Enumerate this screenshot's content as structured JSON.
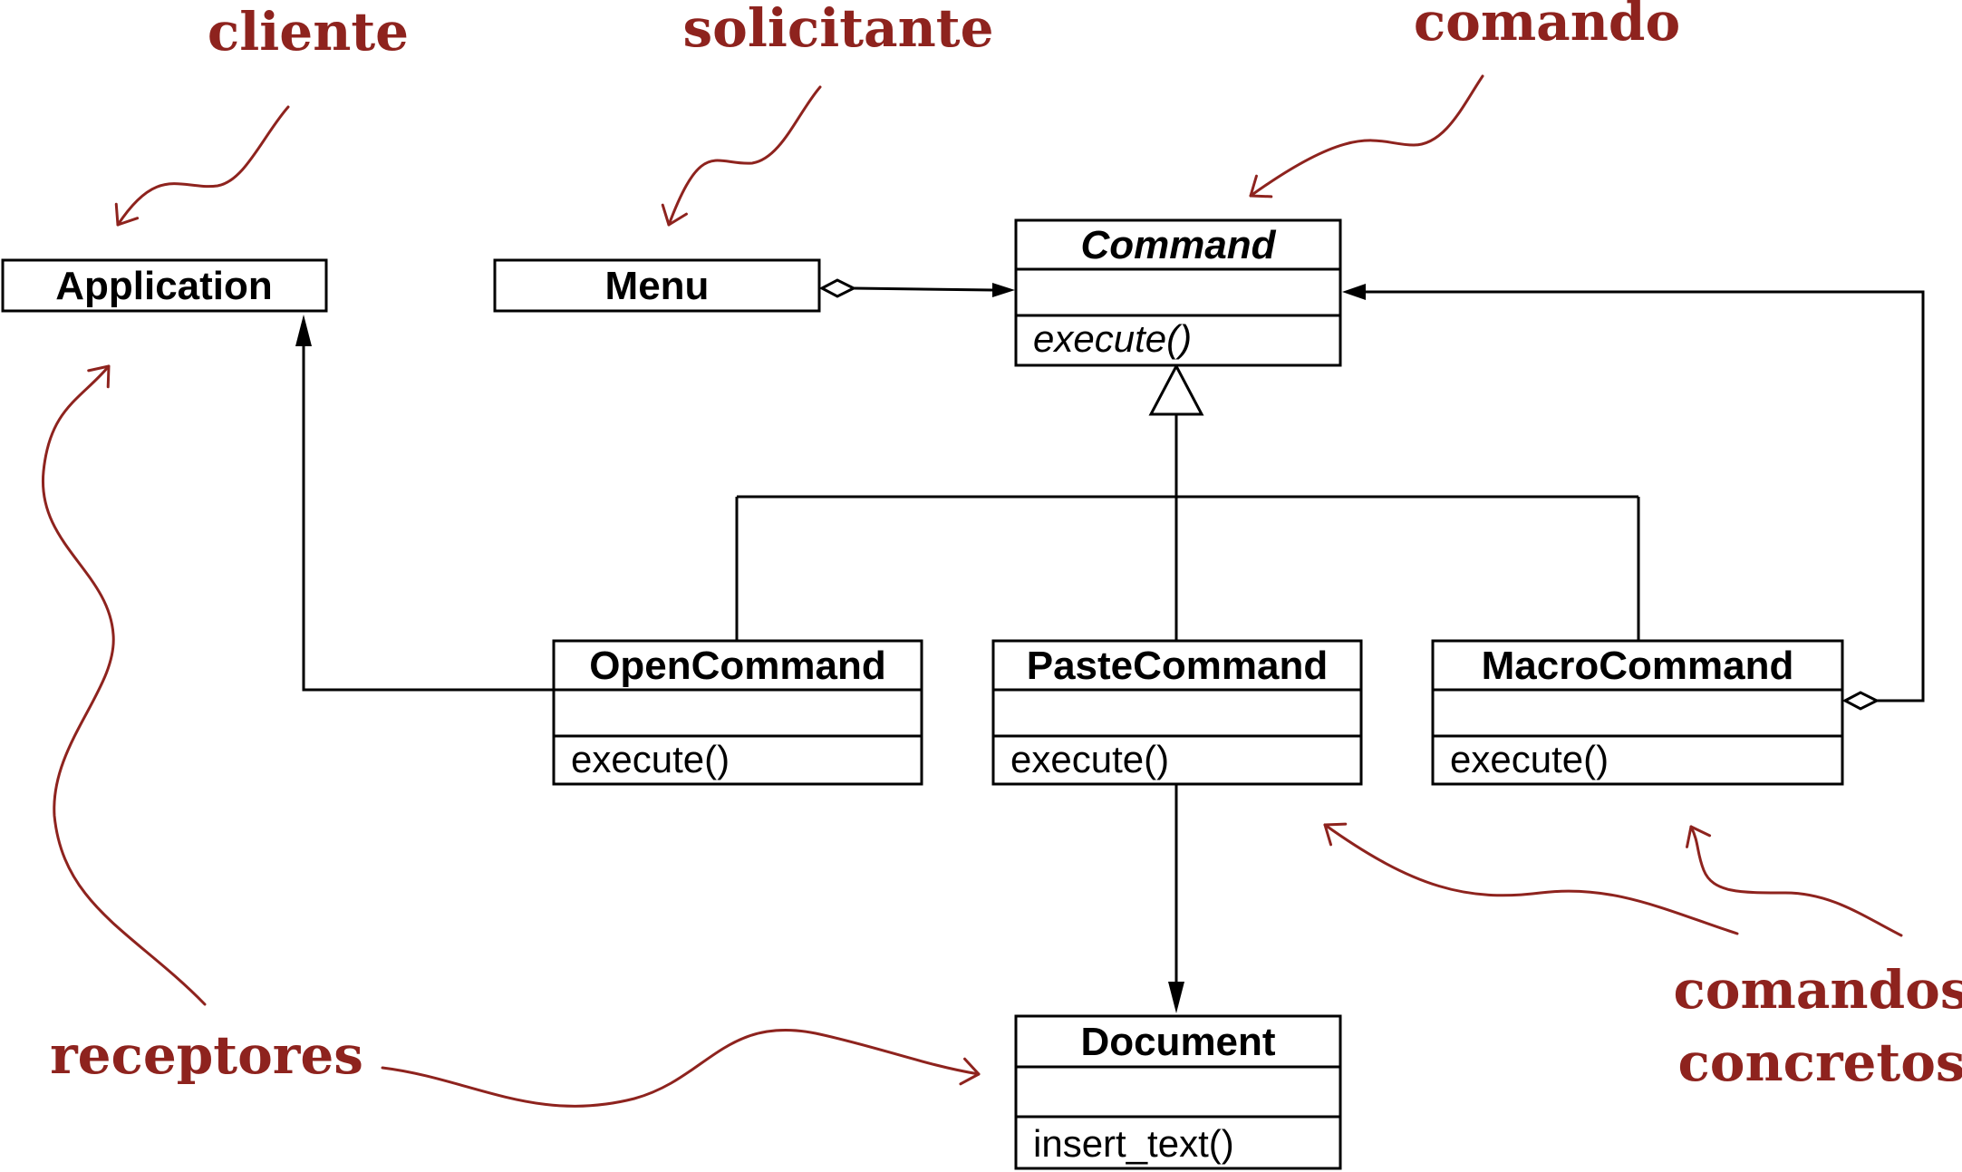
{
  "classes": {
    "application": {
      "name": "Application"
    },
    "menu": {
      "name": "Menu"
    },
    "command": {
      "name": "Command",
      "operation": "execute()"
    },
    "open_command": {
      "name": "OpenCommand",
      "operation": "execute()"
    },
    "paste_command": {
      "name": "PasteCommand",
      "operation": "execute()"
    },
    "macro_command": {
      "name": "MacroCommand",
      "operation": "execute()"
    },
    "document": {
      "name": "Document",
      "operation": "insert_text()"
    }
  },
  "annotations": {
    "cliente": "cliente",
    "solicitante": "solicitante",
    "comando": "comando",
    "receptores": "receptores",
    "comandos_concretos_line1": "comandos",
    "comandos_concretos_line2": "concretos"
  },
  "colors": {
    "annotation": "#8e231e",
    "lines": "#000000"
  }
}
